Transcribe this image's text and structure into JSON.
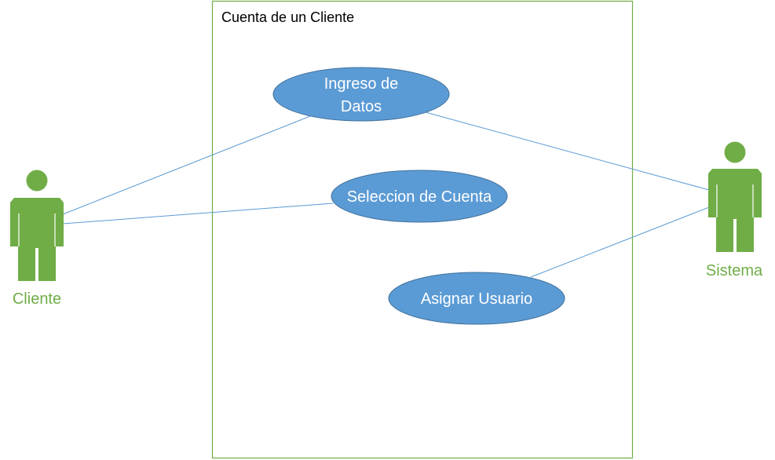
{
  "diagram": {
    "system_boundary": {
      "title": "Cuenta de un Cliente"
    },
    "use_cases": [
      {
        "id": "ingreso",
        "lines": [
          "Ingreso de",
          "Datos"
        ]
      },
      {
        "id": "seleccion",
        "lines": [
          "Seleccion de Cuenta"
        ]
      },
      {
        "id": "asignar",
        "lines": [
          "Asignar Usuario"
        ]
      }
    ],
    "actors": [
      {
        "id": "cliente",
        "label": "Cliente"
      },
      {
        "id": "sistema",
        "label": "Sistema"
      }
    ],
    "associations": [
      {
        "from": "cliente",
        "to": "ingreso"
      },
      {
        "from": "cliente",
        "to": "seleccion"
      },
      {
        "from": "ingreso",
        "to": "sistema"
      },
      {
        "from": "asignar",
        "to": "sistema"
      }
    ],
    "colors": {
      "boundary_stroke": "#70ad47",
      "usecase_fill": "#5b9bd5",
      "usecase_stroke": "#41719c",
      "usecase_text": "#ffffff",
      "actor_fill": "#70ad47",
      "actor_label": "#70ad47",
      "association_line": "#5b9bd5"
    }
  }
}
